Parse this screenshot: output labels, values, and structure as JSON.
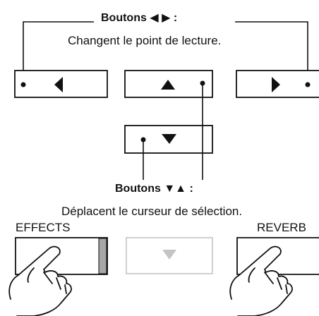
{
  "top_callout": {
    "title": "Boutons ◀ ▶ :",
    "description": "Changent le point de lecture."
  },
  "bottom_callout": {
    "title": "Boutons ▼▲ :",
    "description": "Déplacent le curseur de sélection."
  },
  "buttons": {
    "left": {
      "icon": "triangle-left-icon"
    },
    "up": {
      "icon": "triangle-up-icon"
    },
    "right": {
      "icon": "triangle-right-icon"
    },
    "down": {
      "icon": "triangle-down-icon"
    },
    "effects": {
      "label": "EFFECTS",
      "led_color": "#a8a8a8"
    },
    "disabled_down": {
      "icon": "triangle-down-icon"
    },
    "reverb": {
      "label": "REVERB"
    }
  },
  "colors": {
    "ink": "#111111",
    "muted": "#c4c4c4"
  }
}
